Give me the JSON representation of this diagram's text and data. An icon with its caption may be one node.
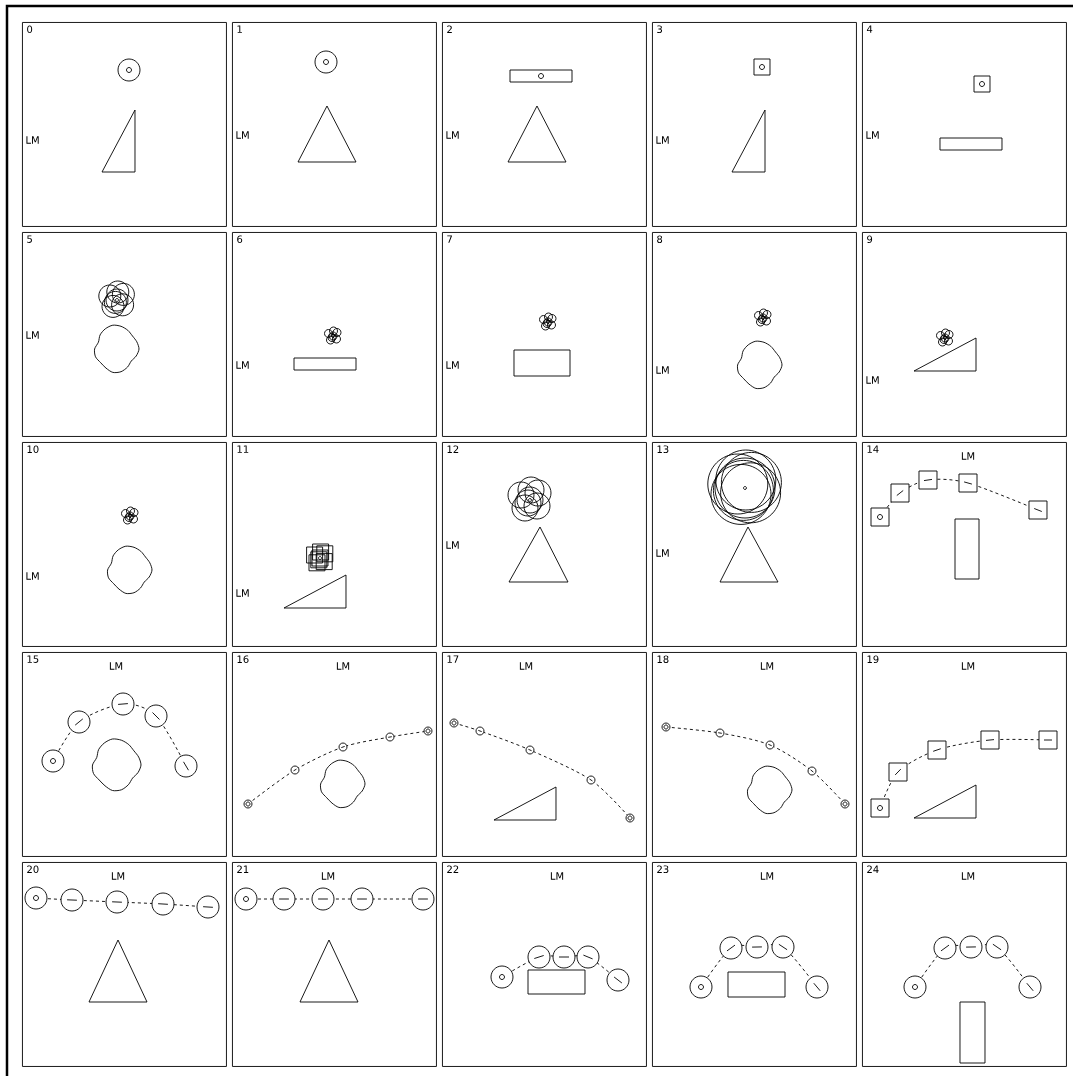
{
  "diagram": {
    "nodes": [
      {
        "text": [
          "0",
          "LM"
        ]
      },
      {
        "text": [
          "1",
          "LM"
        ]
      },
      {
        "text": [
          "2",
          "LM"
        ]
      },
      {
        "text": [
          "3",
          "LM"
        ]
      },
      {
        "text": [
          "4",
          "LM"
        ]
      },
      {
        "text": [
          "5",
          "LM"
        ]
      },
      {
        "text": [
          "6",
          "LM"
        ]
      },
      {
        "text": [
          "7",
          "LM"
        ]
      },
      {
        "text": [
          "8",
          "LM"
        ]
      },
      {
        "text": [
          "9",
          "LM"
        ]
      },
      {
        "text": [
          "10",
          "LM"
        ]
      },
      {
        "text": [
          "11",
          "LM"
        ]
      },
      {
        "text": [
          "12",
          "LM"
        ]
      },
      {
        "text": [
          "13",
          "LM"
        ]
      },
      {
        "text": [
          "14",
          "LM"
        ]
      },
      {
        "text": [
          "15",
          "LM"
        ]
      },
      {
        "text": [
          "16",
          "LM"
        ]
      },
      {
        "text": [
          "17",
          "LM"
        ]
      },
      {
        "text": [
          "18",
          "LM"
        ]
      },
      {
        "text": [
          "19",
          "LM"
        ]
      },
      {
        "text": [
          "20",
          "LM"
        ]
      },
      {
        "text": [
          "21",
          "LM"
        ]
      },
      {
        "text": [
          "22",
          "LM"
        ]
      },
      {
        "text": [
          "23",
          "LM"
        ]
      },
      {
        "text": [
          "24",
          "LM"
        ]
      }
    ]
  }
}
